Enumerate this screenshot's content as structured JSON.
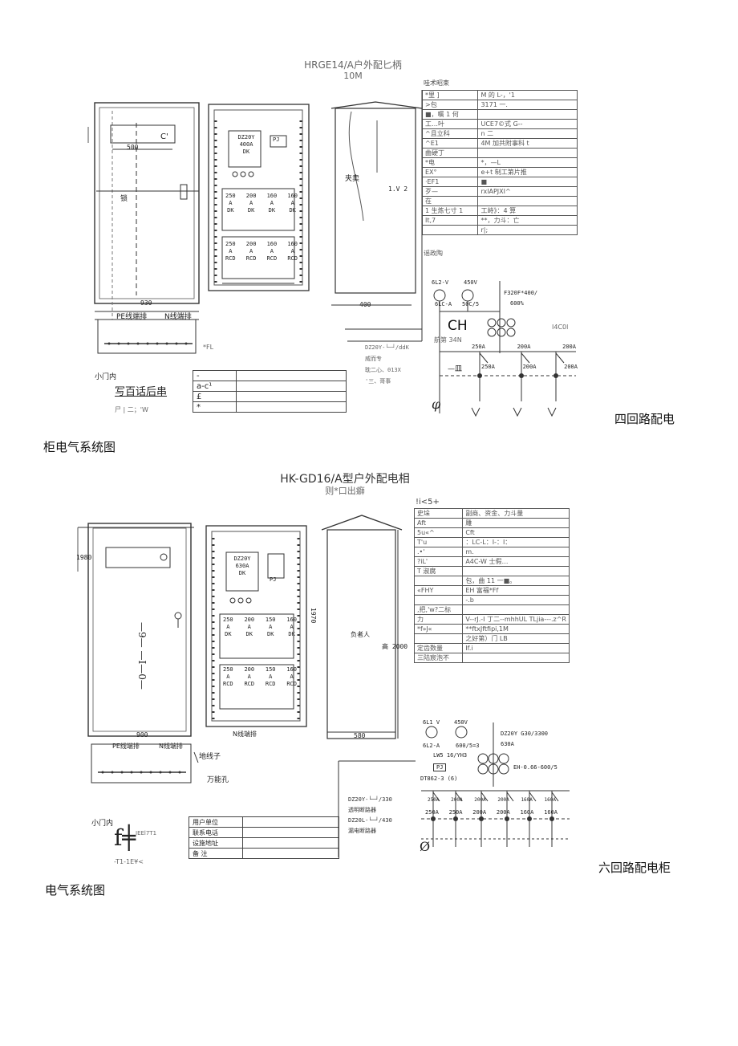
{
  "doc1": {
    "title": "HRGE14/A户外配匕柄",
    "subtitle": "10M",
    "spec_heading": "哇术昭束",
    "spec_rows": [
      [
        "*里 ]",
        "M 的 L-，'1"
      ],
      [
        ">包",
        "3171 一."
      ],
      [
        "■，嘱 1 何",
        ""
      ],
      [
        "工…叶",
        "UCE7©式 G--"
      ],
      [
        "^且立科",
        "n 二"
      ],
      [
        "^E1",
        "4M 加共附事科 t"
      ],
      [
        "曲硬丁",
        ""
      ],
      [
        "*电",
        "*，—L"
      ],
      [
        "EX°",
        "e+t 制工第片推"
      ],
      [
        "·EF1",
        "■"
      ],
      [
        "歹—",
        "rxlAPJXI^"
      ],
      [
        "在",
        ""
      ],
      [
        "1 生炼七寸 1",
        "工峙》：4 算"
      ],
      [
        "It,7",
        "**，力斗：亡"
      ],
      [
        "",
        "r|;"
      ]
    ],
    "scheme_label": "谣政陶",
    "label_left_wire": "PE线端排",
    "label_right_wire": "N线端排",
    "dim_width": "930",
    "dim_depth": "500",
    "dim_side": "400",
    "dim_height": "1.V 2",
    "label_lock": "锁",
    "label_bag": "夹卖",
    "label_marking": "*FL",
    "small_door": "小门内",
    "legend_rows": [
      "-",
      "a-c¹",
      "£",
      "*"
    ],
    "handwritten": "写百话后串",
    "foot_note": "尸 | 二；'W",
    "breaker_notes": [
      "DZ20Y-└─┘/ddK",
      "威而专",
      "耽二心、013X",
      "'三、哥事"
    ],
    "main_breaker": [
      "DZ20Y",
      "400A",
      "DK"
    ],
    "pj": "PJ",
    "branch_breakers": [
      [
        "250",
        "A",
        "DK"
      ],
      [
        "200",
        "A",
        "DK"
      ],
      [
        "160",
        "A",
        "DK"
      ],
      [
        "160",
        "A",
        "DK"
      ]
    ],
    "rcd_breakers": [
      [
        "250",
        "A",
        "RCD"
      ],
      [
        "200",
        "A",
        "RCD"
      ],
      [
        "160",
        "A",
        "RCD"
      ],
      [
        "160",
        "A",
        "RCD"
      ]
    ],
    "sld": {
      "top_left": "6L2-V",
      "top_mid": "450V",
      "top_right": "F320F*400/",
      "top_right2": "600%",
      "meter": "6LC-A",
      "meter2": "50C/5",
      "ch": "CH",
      "ch_note": "航第 34N",
      "right_code": "I4C0l",
      "branches": [
        "250A",
        "200A",
        "200A"
      ],
      "branches2": [
        "250A",
        "200A",
        "200A"
      ],
      "phi": "φ",
      "leg": "—皿"
    },
    "caption_right": "四回路配电",
    "caption_left": "柜电气系统图"
  },
  "doc2": {
    "title": "HK-GD16/A型户外配电相",
    "subtitle": "则*口出癖",
    "spec_heading": "!i<5+",
    "spec_rows": [
      [
        "史垛",
        "副商、资金、力斗量"
      ],
      [
        "Aft",
        "雕"
      ],
      [
        "5u«^",
        "Cft"
      ],
      [
        "T'u",
        "：LC-L：I-：I："
      ],
      [
        ".•'",
        "m."
      ],
      [
        "?iL'",
        "A4C-W 士假…"
      ],
      [
        "T 淑腐",
        ""
      ],
      [
        "",
        "包，曲 11 一■。"
      ],
      [
        "«FHY",
        "EH 富福*Ff"
      ],
      [
        "",
        "-.b"
      ],
      [
        ",把,'w?二标",
        ""
      ],
      [
        "力",
        "V--rJ.-I 丁二--mhhUL TLjia---.z^R"
      ],
      [
        "*f»J«",
        "**ftxJftfipi,1M"
      ],
      [
        "",
        "之好第）门 LB"
      ],
      [
        "定齿数量",
        "If.i"
      ],
      [
        "三陆宸泡不",
        ""
      ]
    ],
    "dim_left": "1980",
    "dim_height": "1970",
    "dim_height2": "高 2000",
    "dim_width": "900",
    "dim_depth": "580",
    "operator": "负者人",
    "label_pe": "PE线端排",
    "label_n": "N线端排",
    "label_ground": "地线子",
    "label_hole": "万能孔",
    "label_nwire": "N线端排",
    "small_door": "小门内",
    "legend_rows": [
      [
        "用户单位",
        ""
      ],
      [
        "联系电话",
        ""
      ],
      [
        "设施地址",
        ""
      ],
      [
        "备    注",
        ""
      ]
    ],
    "rcd_code": "IEEl7T1",
    "foot_code": "-T1-1E¥<",
    "vertical_marks": "—9—   —I—0—",
    "main_breaker": [
      "DZ20Y",
      "630A",
      "DK"
    ],
    "pj": "PJ",
    "branch_breakers": [
      [
        "250",
        "A",
        "DK"
      ],
      [
        "200",
        "A",
        "DK"
      ],
      [
        "150",
        "A",
        "DK"
      ],
      [
        "160",
        "A",
        "DK"
      ]
    ],
    "rcd_breakers": [
      [
        "250",
        "A",
        "RCD"
      ],
      [
        "200",
        "A",
        "RCD"
      ],
      [
        "150",
        "A",
        "RCD"
      ],
      [
        "160",
        "A",
        "RCD"
      ]
    ],
    "notes": [
      "DZ20Y-└─┘/330",
      "透明断路器",
      "DZ20L-└─┘/430",
      "漏电断路器"
    ],
    "sld": {
      "top_left": "6L1 V",
      "top_mid": "450V",
      "top_right": "DZ20Y G30/3300",
      "amp": "630A",
      "meter": "6L2-A",
      "ratio": "600/5=3",
      "lw": "LW5 16/YH3",
      "pj": "PJ",
      "dt": "DT862-3 (6)",
      "eh": "EH-0.66-600/5",
      "branches": [
        "250A",
        "200A",
        "200A",
        "200A",
        "160A",
        "160A"
      ],
      "branches2": [
        "250A",
        "250A",
        "200A",
        "200A",
        "160A",
        "160A"
      ],
      "phi": "Ø"
    },
    "caption_right": "六回路配电柜",
    "caption_left": "电气系统图"
  }
}
